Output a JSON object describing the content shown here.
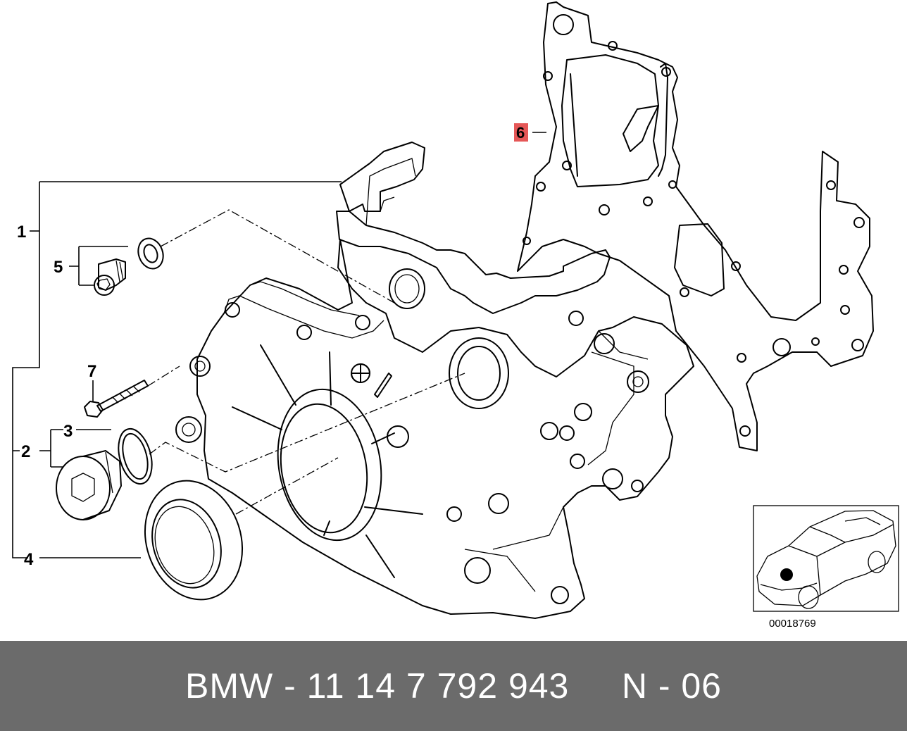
{
  "diagram": {
    "callouts": {
      "c1": "1",
      "c2": "2",
      "c3": "3",
      "c4": "4",
      "c5": "5",
      "c6": "6",
      "c7": "7"
    },
    "highlighted_callout": "6",
    "highlight_color": "#e03a3a",
    "inset_code": "00018769"
  },
  "footer": {
    "text": "BMW - 11 14 7 792 943     N - 06",
    "background_color": "#6b6b6b",
    "text_color": "#ffffff"
  }
}
